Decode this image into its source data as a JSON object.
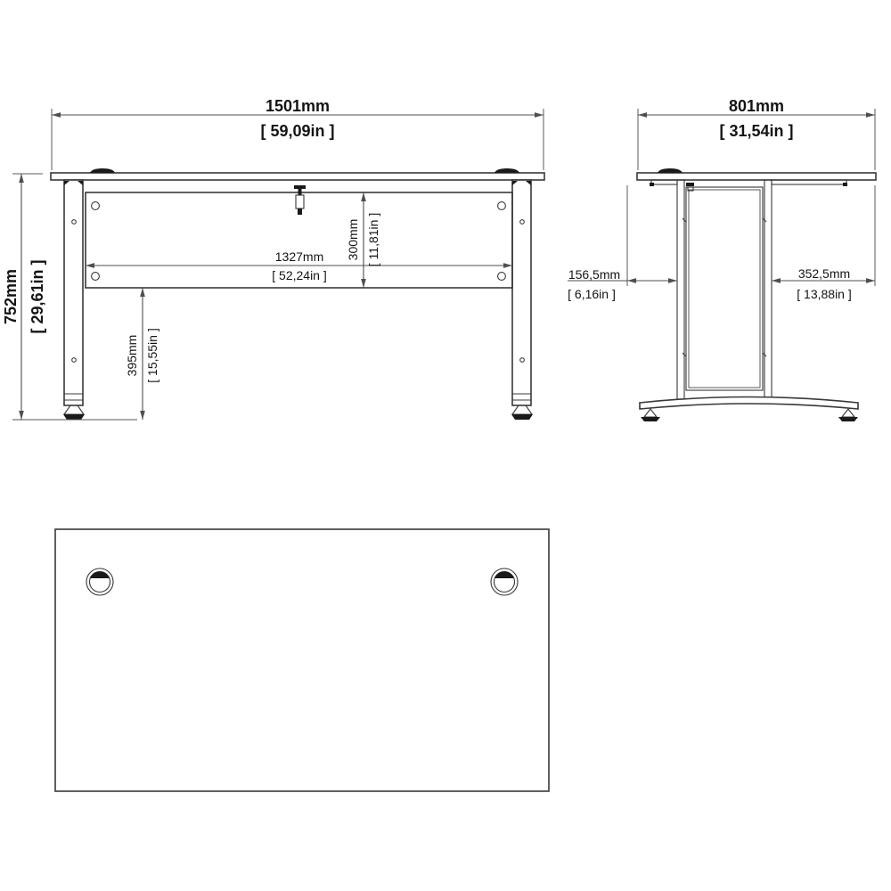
{
  "drawing": {
    "type": "furniture-dimension-drawing",
    "subject": "office desk with cable grommets, modesty panel and cantilever legs",
    "views": [
      "front-elevation",
      "side-elevation",
      "top-plan"
    ],
    "colors": {
      "background": "#ffffff",
      "object_line": "#383838",
      "dimension_line": "#4f4f4f",
      "text": "#141414",
      "dark_fill": "#1a1a1a"
    }
  },
  "dims": {
    "desk_width": {
      "mm": "1501mm",
      "in": "[ 59,09in ]"
    },
    "desk_depth": {
      "mm": "801mm",
      "in": "[ 31,54in ]"
    },
    "desk_height": {
      "mm": "752mm",
      "in": "[ 29,61in ]"
    },
    "panel_width": {
      "mm": "1327mm",
      "in": "[ 52,24in ]"
    },
    "panel_height": {
      "mm": "300mm",
      "in": "[ 11,81in ]"
    },
    "foot_clearance": {
      "mm": "395mm",
      "in": "[ 15,55in ]"
    },
    "front_offset": {
      "mm": "156,5mm",
      "in": "[ 6,16in ]"
    },
    "rear_offset": {
      "mm": "352,5mm",
      "in": "[ 13,88in ]"
    }
  }
}
